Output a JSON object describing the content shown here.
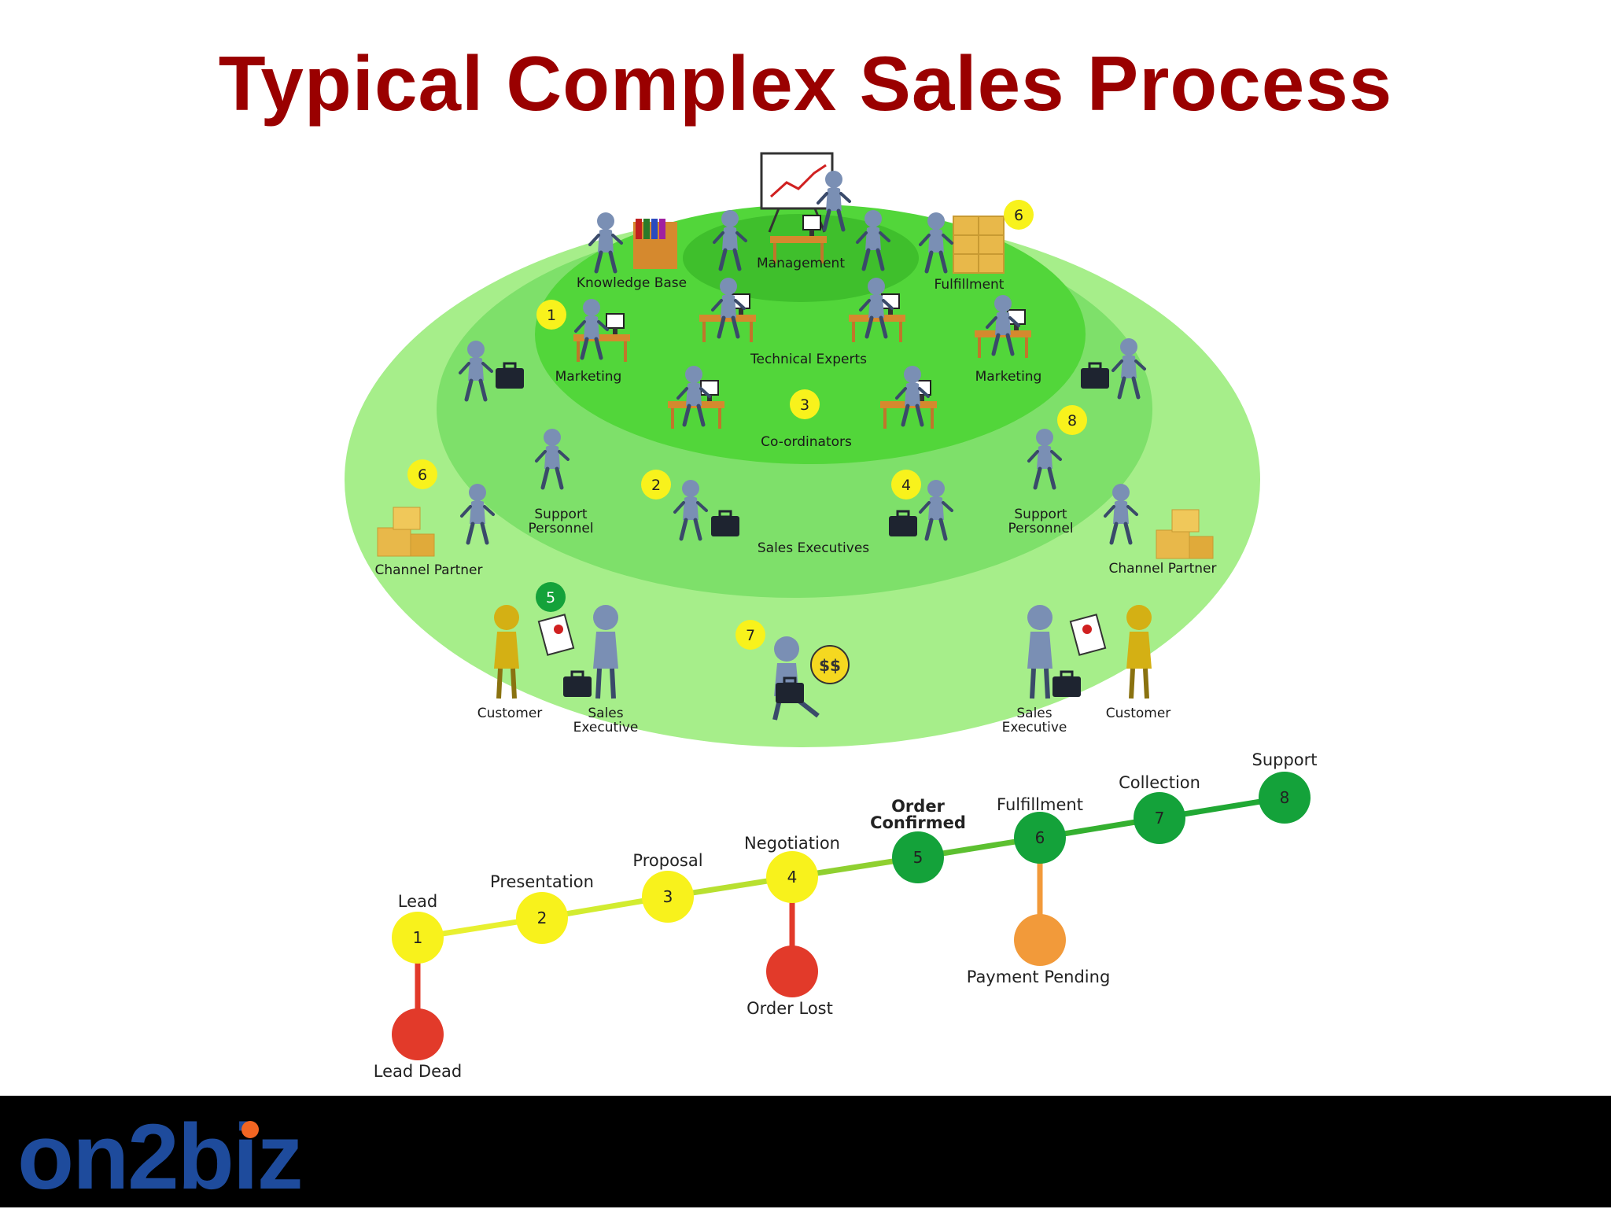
{
  "title": "Typical Complex Sales Process",
  "logo": "on2biz",
  "zones": {
    "management": "Management",
    "knowledge_base": "Knowledge Base",
    "fulfillment": "Fulfillment",
    "marketing_left": "Marketing",
    "marketing_right": "Marketing",
    "technical_experts": "Technical Experts",
    "coordinators": "Co-ordinators",
    "support_left_1": "Support",
    "support_left_2": "Personnel",
    "support_right_1": "Support",
    "support_right_2": "Personnel",
    "sales_executives": "Sales Executives",
    "channel_partner_left": "Channel Partner",
    "channel_partner_right": "Channel Partner",
    "customer_left": "Customer",
    "customer_right": "Customer",
    "sales_exec_left_1": "Sales",
    "sales_exec_left_2": "Executive",
    "sales_exec_right_1": "Sales",
    "sales_exec_right_2": "Executive"
  },
  "badges": {
    "b1": "1",
    "b2": "2",
    "b3": "3",
    "b4": "4",
    "b5": "5",
    "b6a": "6",
    "b6b": "6",
    "b7": "7",
    "b8": "8"
  },
  "pipeline": {
    "stages": [
      {
        "num": "1",
        "label": "Lead"
      },
      {
        "num": "2",
        "label": "Presentation"
      },
      {
        "num": "3",
        "label": "Proposal"
      },
      {
        "num": "4",
        "label": "Negotiation"
      },
      {
        "num": "5",
        "label1": "Order",
        "label2": "Confirmed"
      },
      {
        "num": "6",
        "label": "Fulfillment"
      },
      {
        "num": "7",
        "label": "Collection"
      },
      {
        "num": "8",
        "label": "Support"
      }
    ],
    "exits": {
      "lead_dead": "Lead Dead",
      "order_lost": "Order Lost",
      "payment_pending": "Payment Pending"
    }
  },
  "colors": {
    "title": "#9a0000",
    "outer_ring": "#a6ee8a",
    "middle_ring": "#7ee06a",
    "inner_ring": "#52d63a",
    "core": "#3fbf2c",
    "yellow": "#f8f21c",
    "green": "#14a23a",
    "red": "#e23a2a",
    "orange": "#f29a3a",
    "logo": "#1e4b9c"
  }
}
